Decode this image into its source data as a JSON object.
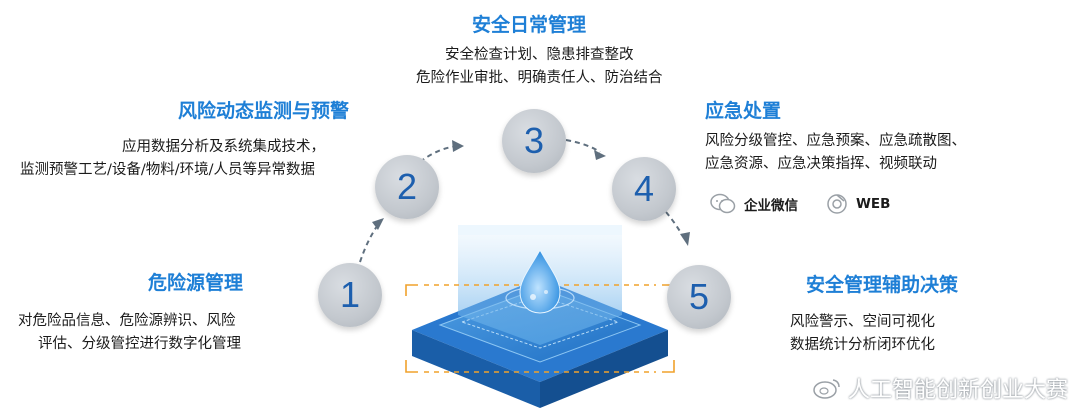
{
  "steps": [
    {
      "number": "1",
      "title": "危险源管理",
      "lines": [
        "对危险品信息、危险源辨识、风险",
        "评估、分级管控进行数字化管理"
      ]
    },
    {
      "number": "2",
      "title": "风险动态监测与预警",
      "lines": [
        "应用数据分析及系统集成技术，",
        "监测预警工艺/设备/物料/环境/人员等异常数据"
      ]
    },
    {
      "number": "3",
      "title": "安全日常管理",
      "lines": [
        "安全检查计划、隐患排查整改",
        "危险作业审批、明确责任人、防治结合"
      ]
    },
    {
      "number": "4",
      "title": "应急处置",
      "lines": [
        "风险分级管控、应急预案、应急疏散图、",
        "应急资源、应急决策指挥、视频联动"
      ]
    },
    {
      "number": "5",
      "title": "安全管理辅助决策",
      "lines": [
        "风险警示、空间可视化",
        "数据统计分析闭环优化"
      ]
    }
  ],
  "channels": [
    {
      "icon": "wechat-work-icon",
      "label": "企业微信"
    },
    {
      "icon": "web-browser-icon",
      "label": "WEB"
    }
  ],
  "watermark": "人工智能创新创业大赛",
  "colors": {
    "title": "#1e7fd6",
    "number": "#1d5fae",
    "circle": "#c3c8ce",
    "arrow": "#5f6f7e"
  }
}
